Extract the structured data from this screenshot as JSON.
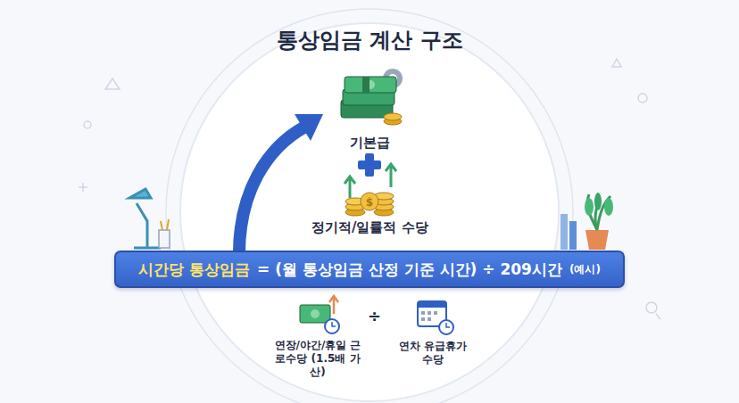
{
  "diagram": {
    "title": "통상임금 계산 구조",
    "nodes": [
      {
        "text": [
          "시간당 통상임금",
          "= (월 통상임금 산정 기준 시간) ÷ 209시간",
          "(예시)"
        ]
      }
    ],
    "labels": [
      "기본급",
      "정기적/일률적 수당",
      "연장/야간/휴일 근로수당 (1.5배 가산)",
      "÷",
      "연차 유급휴가 수당"
    ]
  }
}
